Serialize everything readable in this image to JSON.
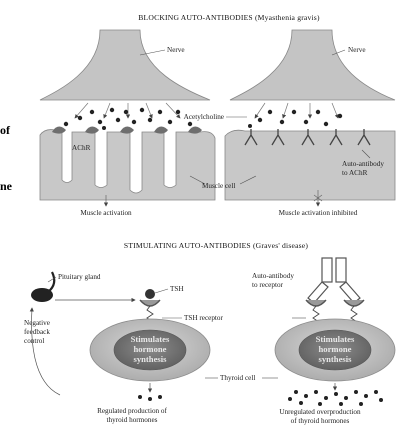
{
  "top_panel": {
    "title": "BLOCKING AUTO-ANTIBODIES (Myasthenia gravis)",
    "left_nerve_label": "Nerve",
    "right_nerve_label": "Nerve",
    "acetylcholine_label": "Acetylcholine",
    "receptor_label": "AChR",
    "auto_antibody_label_line1": "Auto-antibody",
    "auto_antibody_label_line2": "to AChR",
    "muscle_cell_label": "Muscle cell",
    "left_outcome": "Muscle activation",
    "right_outcome": "Muscle activation inhibited"
  },
  "bottom_panel": {
    "title": "STIMULATING AUTO-ANTIBODIES (Graves' disease)",
    "pituitary_label": "Pituitary gland",
    "tsh_label": "TSH",
    "feedback_line1": "Negative",
    "feedback_line2": "feedback",
    "feedback_line3": "control",
    "tsh_receptor_label": "TSH receptor",
    "auto_antibody_line1": "Auto-antibody",
    "auto_antibody_line2": "to receptor",
    "cell_text_line1": "Stimulates",
    "cell_text_line2": "hormone",
    "cell_text_line3": "synthesis",
    "thyroid_cell_label": "Thyroid cell",
    "left_outcome_line1": "Regulated production of",
    "left_outcome_line2": "thyroid hormones",
    "right_outcome_line1": "Unregulated overproduction",
    "right_outcome_line2": "of thyroid hormones"
  },
  "edge_text": {
    "line1": "of",
    "line2": "ne"
  },
  "colors": {
    "tissue": "#c8c8c8",
    "receptor": "#6e6e6e",
    "dots": "#222222",
    "cell_outer": "#bdbdbd",
    "cell_inner": "#7a7a7a"
  }
}
